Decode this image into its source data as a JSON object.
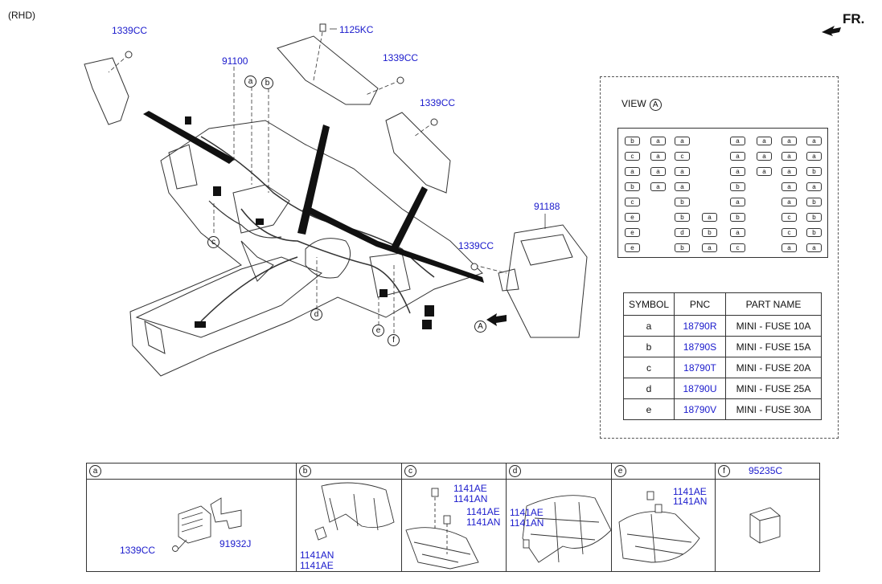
{
  "variant_label": "(RHD)",
  "front_label": "FR.",
  "callouts": {
    "nut_top_left": "1339CC",
    "bolt_top": "1125KC",
    "nut_top_mid": "1339CC",
    "nut_right_bracket": "1339CC",
    "harness_main": "91100",
    "junction_box": "91188",
    "nut_junction_box": "1339CC"
  },
  "markers": [
    "a",
    "b",
    "c",
    "d",
    "e",
    "f"
  ],
  "view_marker": "A",
  "view_box": {
    "title": "VIEW",
    "marker": "A",
    "fuse_rows": [
      [
        "b",
        "a",
        "a",
        "",
        "a",
        "a",
        "a",
        "a"
      ],
      [
        "c",
        "a",
        "c",
        "",
        "a",
        "a",
        "a",
        "a"
      ],
      [
        "a",
        "a",
        "a",
        "",
        "a",
        "a",
        "a",
        "b"
      ],
      [
        "b",
        "a",
        "a",
        "",
        "b",
        "",
        "a",
        "a"
      ],
      [
        "c",
        "",
        "b",
        "",
        "a",
        "",
        "a",
        "b"
      ],
      [
        "e",
        "",
        "b",
        "a",
        "b",
        "",
        "c",
        "b"
      ],
      [
        "e",
        "",
        "d",
        "b",
        "a",
        "",
        "c",
        "b"
      ],
      [
        "e",
        "",
        "b",
        "a",
        "c",
        "",
        "a",
        "a"
      ]
    ]
  },
  "pnc_table": {
    "headers": [
      "SYMBOL",
      "PNC",
      "PART NAME"
    ],
    "rows": [
      {
        "symbol": "a",
        "pnc": "18790R",
        "part": "MINI - FUSE 10A"
      },
      {
        "symbol": "b",
        "pnc": "18790S",
        "part": "MINI - FUSE 15A"
      },
      {
        "symbol": "c",
        "pnc": "18790T",
        "part": "MINI - FUSE 20A"
      },
      {
        "symbol": "d",
        "pnc": "18790U",
        "part": "MINI - FUSE 25A"
      },
      {
        "symbol": "e",
        "pnc": "18790V",
        "part": "MINI - FUSE 30A"
      }
    ]
  },
  "detail_panels": [
    {
      "letter": "a",
      "codes": [
        "1339CC",
        "91932J"
      ]
    },
    {
      "letter": "b",
      "codes": [
        "1141AN",
        "1141AE"
      ]
    },
    {
      "letter": "c",
      "codes": [
        "1141AE",
        "1141AN",
        "1141AE",
        "1141AN"
      ]
    },
    {
      "letter": "d",
      "codes": [
        "1141AE",
        "1141AN"
      ]
    },
    {
      "letter": "e",
      "codes": [
        "1141AE",
        "1141AN"
      ]
    },
    {
      "letter": "f",
      "codes": [
        "95235C"
      ]
    }
  ],
  "colors": {
    "pnc_blue": "#1a1acc",
    "line": "#222222"
  }
}
